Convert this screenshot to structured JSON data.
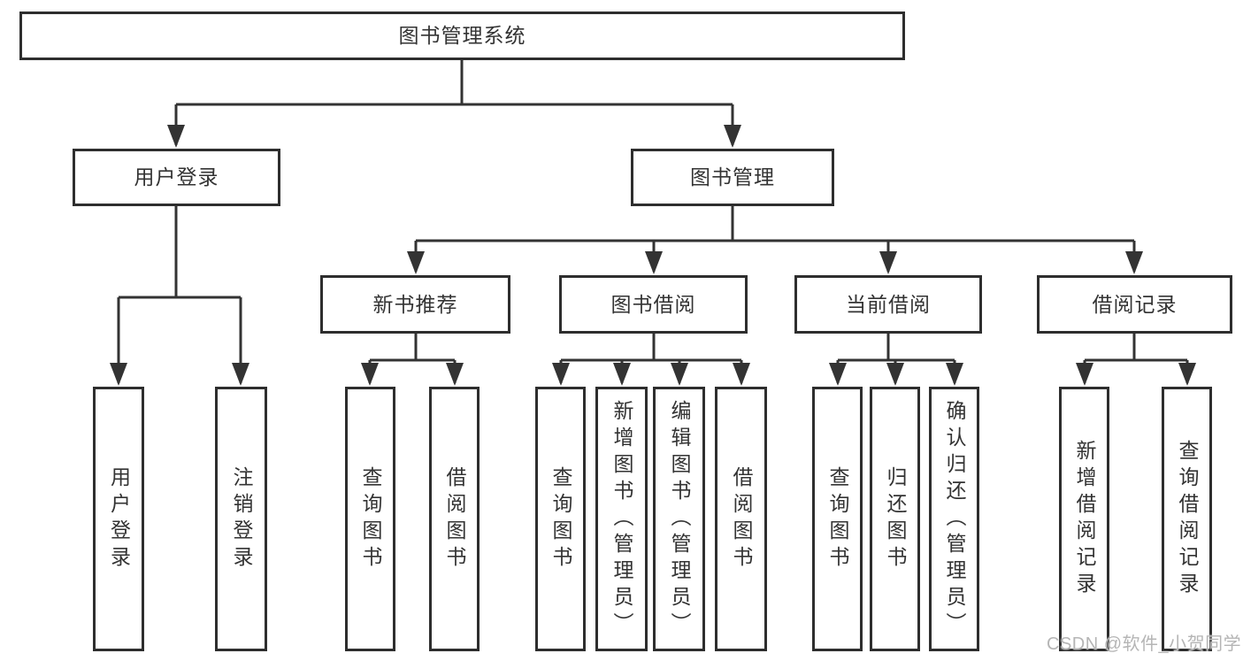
{
  "diagram_title": "图书管理系统",
  "watermark": "CSDN @软件_小贺同学",
  "colors": {
    "line": "#333333",
    "box_border": "#2e2e2e",
    "text": "#333333",
    "watermark": "#b5b5b5",
    "background": "#ffffff"
  },
  "tree": {
    "root": {
      "label": "图书管理系统"
    },
    "children": [
      {
        "label": "用户登录",
        "children": [
          {
            "label": "用户登录"
          },
          {
            "label": "注销登录"
          }
        ]
      },
      {
        "label": "图书管理",
        "children": [
          {
            "label": "新书推荐",
            "children": [
              {
                "label": "查询图书"
              },
              {
                "label": "借阅图书"
              }
            ]
          },
          {
            "label": "图书借阅",
            "children": [
              {
                "label": "查询图书"
              },
              {
                "label": "新增图书（管理员）"
              },
              {
                "label": "编辑图书（管理员）"
              },
              {
                "label": "借阅图书"
              }
            ]
          },
          {
            "label": "当前借阅",
            "children": [
              {
                "label": "查询图书"
              },
              {
                "label": "归还图书"
              },
              {
                "label": "确认归还（管理员）"
              }
            ]
          },
          {
            "label": "借阅记录",
            "children": [
              {
                "label": "新增借阅记录"
              },
              {
                "label": "查询借阅记录"
              }
            ]
          }
        ]
      }
    ]
  }
}
